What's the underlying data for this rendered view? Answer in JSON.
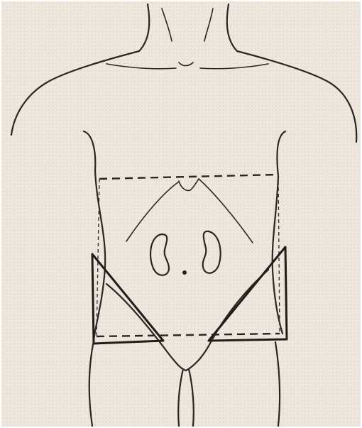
{
  "colors": {
    "paper": "#eee7dd",
    "ink": "#2a2623",
    "frame": "#ffffff"
  },
  "figure": {
    "subject": "anterior-torso-outline",
    "markings": [
      "dashed-rectangular-field",
      "solid-triangular-inguinal-fields"
    ]
  }
}
